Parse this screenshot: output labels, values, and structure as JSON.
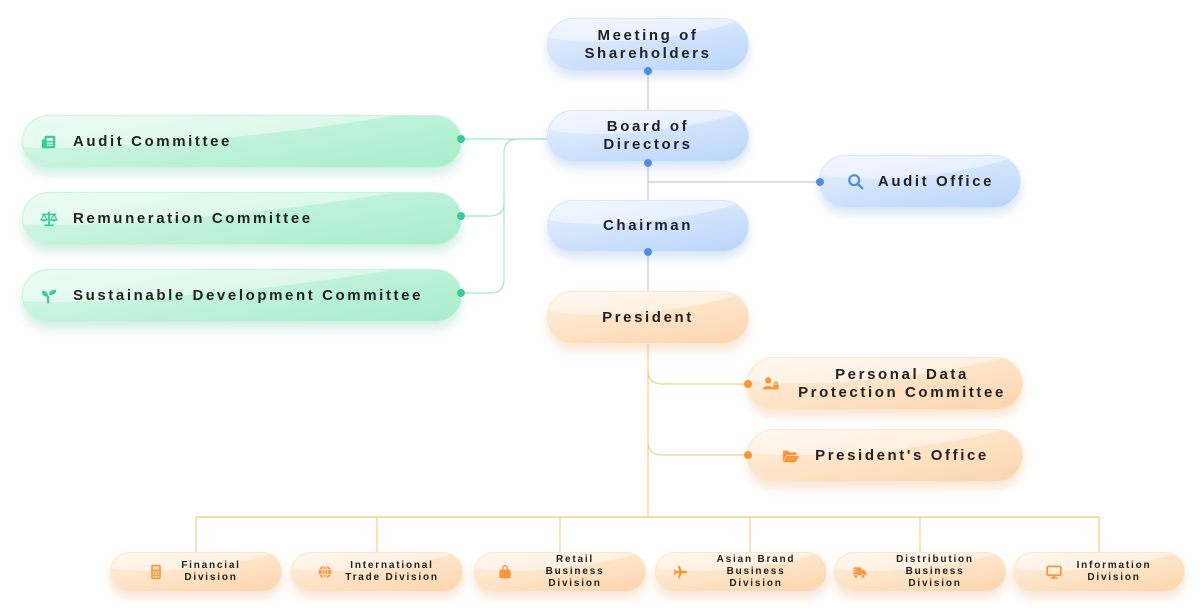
{
  "title": "Organization Chart",
  "colors": {
    "governance_blue": "#4d8fdc",
    "committee_green": "#3ccb98",
    "management_orange": "#f7963a",
    "connector_gray": "#c8c8c8",
    "connector_green": "#a6e6cd",
    "connector_orange": "#f3cf85"
  },
  "governance": {
    "shareholders": "Meeting of Shareholders",
    "board": "Board of Directors",
    "audit_office": "Audit Office",
    "chairman": "Chairman"
  },
  "committees": [
    {
      "label": "Audit Committee",
      "icon": "newspaper-icon"
    },
    {
      "label": "Remuneration Committee",
      "icon": "balance-scale-icon"
    },
    {
      "label": "Sustainable Development Committee",
      "icon": "seedling-icon"
    }
  ],
  "management": {
    "president": "President",
    "pdpc": "Personal Data Protection Committee",
    "presidents_office": "President's Office"
  },
  "divisions": [
    {
      "label": "Financial Division",
      "icon": "calculator-icon"
    },
    {
      "label": "International Trade Division",
      "icon": "globe-icon"
    },
    {
      "label": "Retail Business Division",
      "icon": "shopping-bag-icon"
    },
    {
      "label": "Asian Brand Business Division",
      "icon": "airplane-icon"
    },
    {
      "label": "Distribution Business Division",
      "icon": "delivery-truck-icon"
    },
    {
      "label": "Information Division",
      "icon": "monitor-icon"
    }
  ]
}
